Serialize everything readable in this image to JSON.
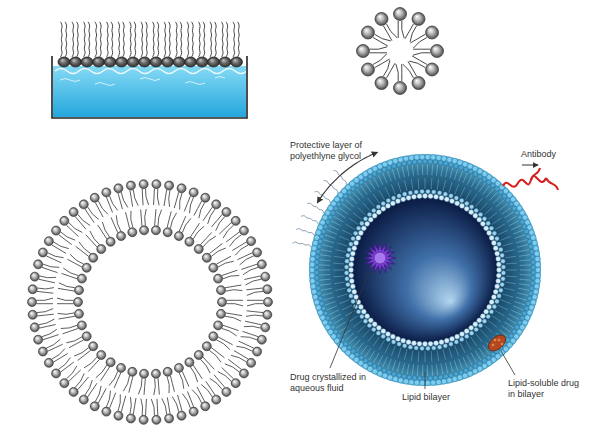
{
  "diagram": {
    "labels": [
      "Protective layer of polyethlyne glycol",
      "Antibody",
      "Drug crystallized in aqueous fluid",
      "Lipid bilayer",
      "Lipid-soluble drug in bilayer"
    ]
  }
}
